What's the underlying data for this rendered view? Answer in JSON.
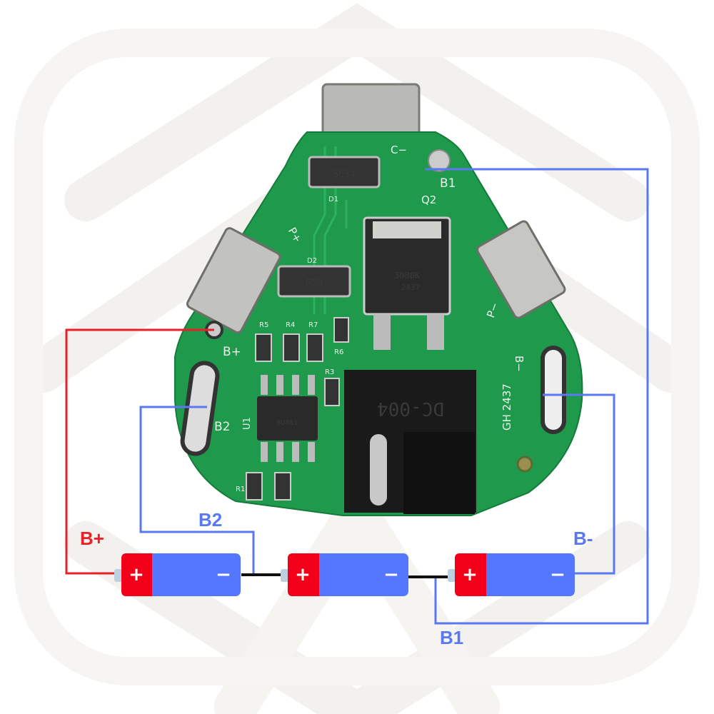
{
  "labels": {
    "b_plus": "B+",
    "b2": "B2",
    "b_minus": "B-",
    "b1": "B1"
  },
  "colors": {
    "positive_wire": "#e8202a",
    "balance_wire": "#5a78f0",
    "battery_positive": "#f20019",
    "battery_body": "#5577ff",
    "pcb": "#1f9a4c"
  },
  "batteries": [
    {
      "plus": "+",
      "minus": "−"
    },
    {
      "plus": "+",
      "minus": "−"
    },
    {
      "plus": "+",
      "minus": "−"
    }
  ],
  "pcb": {
    "silkscreen": {
      "c_minus": "C−",
      "b1": "B1",
      "q2": "Q2",
      "d1": "D1",
      "d2": "D2",
      "p_plus": "P+",
      "p_minus": "P−",
      "b_plus": "B+",
      "b2": "B2",
      "u1": "U1",
      "b_minus": "B−",
      "r5": "R5",
      "r4": "R4",
      "r7": "R7",
      "r6": "R6",
      "r3": "R3",
      "r1": "R1",
      "date_code": "GH 2437"
    },
    "components": {
      "d1_marking": "S634",
      "d2_marking": "R5M",
      "mosfet_marking": "3080K",
      "mosfet_date": "2437",
      "ic_marking": "8U461",
      "connector_marking": "DC-004"
    }
  }
}
